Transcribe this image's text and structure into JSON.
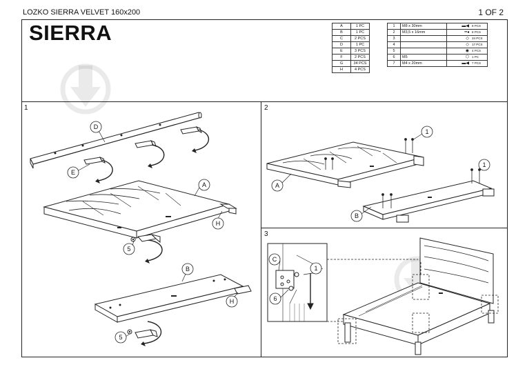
{
  "header": {
    "product": "LOZKO SIERRA VELVET 160x200",
    "page": "1 OF 2"
  },
  "title": "SIERRA",
  "parts_table": [
    {
      "id": "A",
      "qty": "1 PC"
    },
    {
      "id": "B",
      "qty": "1 PC"
    },
    {
      "id": "C",
      "qty": "2 PCS"
    },
    {
      "id": "D",
      "qty": "1 PC"
    },
    {
      "id": "E",
      "qty": "3 PCS"
    },
    {
      "id": "F",
      "qty": "2 PCS"
    },
    {
      "id": "G",
      "qty": "34 PCS"
    },
    {
      "id": "H",
      "qty": "4 PCS"
    }
  ],
  "hardware_table": [
    {
      "num": "1",
      "spec": "M8 x 30mm",
      "icon": "bolt-icon",
      "qty": "8 PCS"
    },
    {
      "num": "2",
      "spec": "M3,5 x 16mm",
      "icon": "screw-icon",
      "qty": "8 PCS"
    },
    {
      "num": "3",
      "spec": "",
      "icon": "bracket-icon",
      "qty": "34 PCS"
    },
    {
      "num": "4",
      "spec": "",
      "icon": "bracket-icon",
      "qty": "17 PCS"
    },
    {
      "num": "5",
      "spec": "",
      "icon": "washer-icon",
      "qty": "4 PCS"
    },
    {
      "num": "6",
      "spec": "M5",
      "icon": "nut-icon",
      "qty": "1 PC"
    },
    {
      "num": "7",
      "spec": "M4 x 20mm",
      "icon": "bolt-icon",
      "qty": "7 PCS"
    }
  ],
  "steps": {
    "s1": {
      "number": "1",
      "labels": {
        "D": "D",
        "E": "E",
        "A": "A",
        "H": "H",
        "five": "5",
        "B": "B",
        "H2": "H",
        "five2": "5"
      }
    },
    "s2": {
      "number": "2",
      "labels": {
        "one": "1",
        "A": "A",
        "one2": "1",
        "B": "B"
      }
    },
    "s3": {
      "number": "3",
      "labels": {
        "C": "C",
        "one": "1",
        "six": "6"
      }
    }
  }
}
